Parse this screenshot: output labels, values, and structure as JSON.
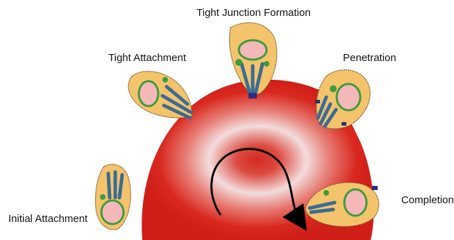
{
  "labels": {
    "tight_junction": "Tight Junction Formation",
    "tight_attachment": "Tight Attachment",
    "penetration": "Penetration",
    "completion": "Completion",
    "initial_attachment": "Initial Attachment"
  },
  "colors": {
    "erythrocyte_edge": "#d8241c",
    "erythrocyte_center": "#f2dede",
    "parasite_body": "#f3c46b",
    "nucleus_fill": "#f4b8b8",
    "rhoptry_blue": "#3d6b94",
    "organelle_green": "#3f9a3f",
    "junction_navy": "#2a2f7a"
  }
}
